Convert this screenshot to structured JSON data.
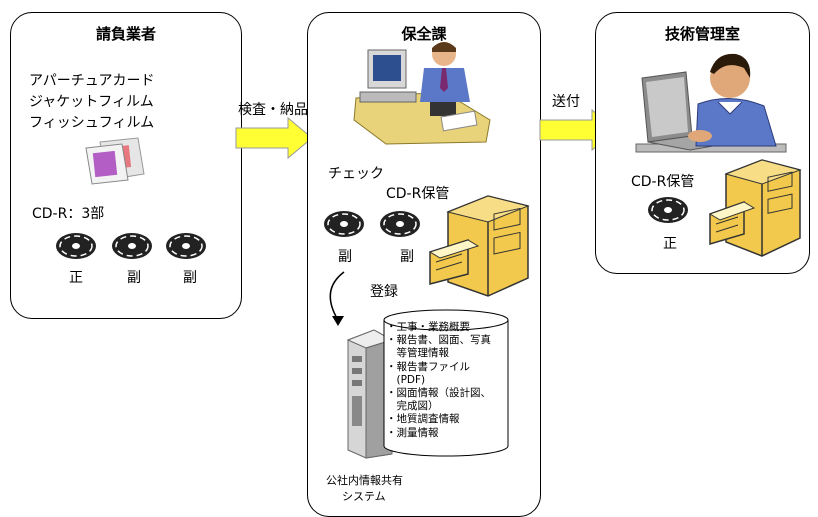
{
  "contractor": {
    "title": "請負業者",
    "media_lines": [
      "アパーチュアカード",
      "ジャケットフィルム",
      "フィッシュフィルム"
    ],
    "cdr_label": "CD-R：3部",
    "disc_labels": [
      "正",
      "副",
      "副"
    ]
  },
  "maintenance": {
    "title": "保全課",
    "check_label": "チェック",
    "storage_label": "CD-R保管",
    "disc_labels": [
      "副",
      "副"
    ],
    "register_label": "登録",
    "db_items": [
      "・工事・業務概要",
      "・報告書、図面、写真",
      "　等管理情報",
      "・報告書ファイル",
      "　(PDF)",
      "・図面情報（設計図、",
      "　完成図）",
      "・地質調査情報",
      "・測量情報"
    ],
    "server_label_lines": [
      "公社内情報共有",
      "システム"
    ]
  },
  "tech_office": {
    "title": "技術管理室",
    "storage_label": "CD-R保管",
    "disc_label": "正"
  },
  "arrows": {
    "inspect_label": "検査・納品",
    "send_label": "送付"
  },
  "colors": {
    "arrow_fill": "#ffff33",
    "cabinet": "#f2c94c"
  }
}
